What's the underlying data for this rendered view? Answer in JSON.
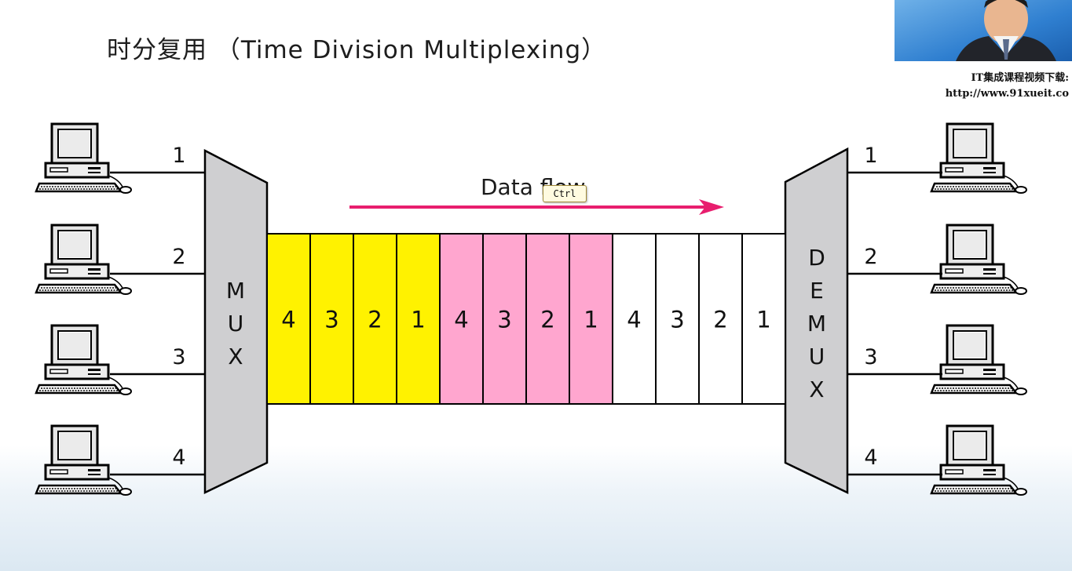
{
  "slide": {
    "subtitle": "时分复用 （Time Division Multiplexing）"
  },
  "watermark": {
    "line1": "IT集成课程视频下载:",
    "line2": "http://www.91xueit.co"
  },
  "diagram": {
    "mux_label": [
      "M",
      "U",
      "X"
    ],
    "demux_label": [
      "D",
      "E",
      "M",
      "U",
      "X"
    ],
    "input_lines": [
      "1",
      "2",
      "3",
      "4"
    ],
    "output_lines": [
      "1",
      "2",
      "3",
      "4"
    ],
    "flow_label": "Data flow",
    "frames": [
      {
        "slots": [
          "4",
          "3",
          "2",
          "1"
        ],
        "color": "#fff200"
      },
      {
        "slots": [
          "4",
          "3",
          "2",
          "1"
        ],
        "color": "#ffa6cf"
      },
      {
        "slots": [
          "4",
          "3",
          "2",
          "1"
        ],
        "color": "#ffffff"
      }
    ],
    "arrow_color": "#e81e6e",
    "mux_color": "#cfcfd1"
  },
  "tooltip": {
    "text": "Ctrl"
  },
  "icons": [
    "computer-icon",
    "webcam-presenter-icon"
  ]
}
